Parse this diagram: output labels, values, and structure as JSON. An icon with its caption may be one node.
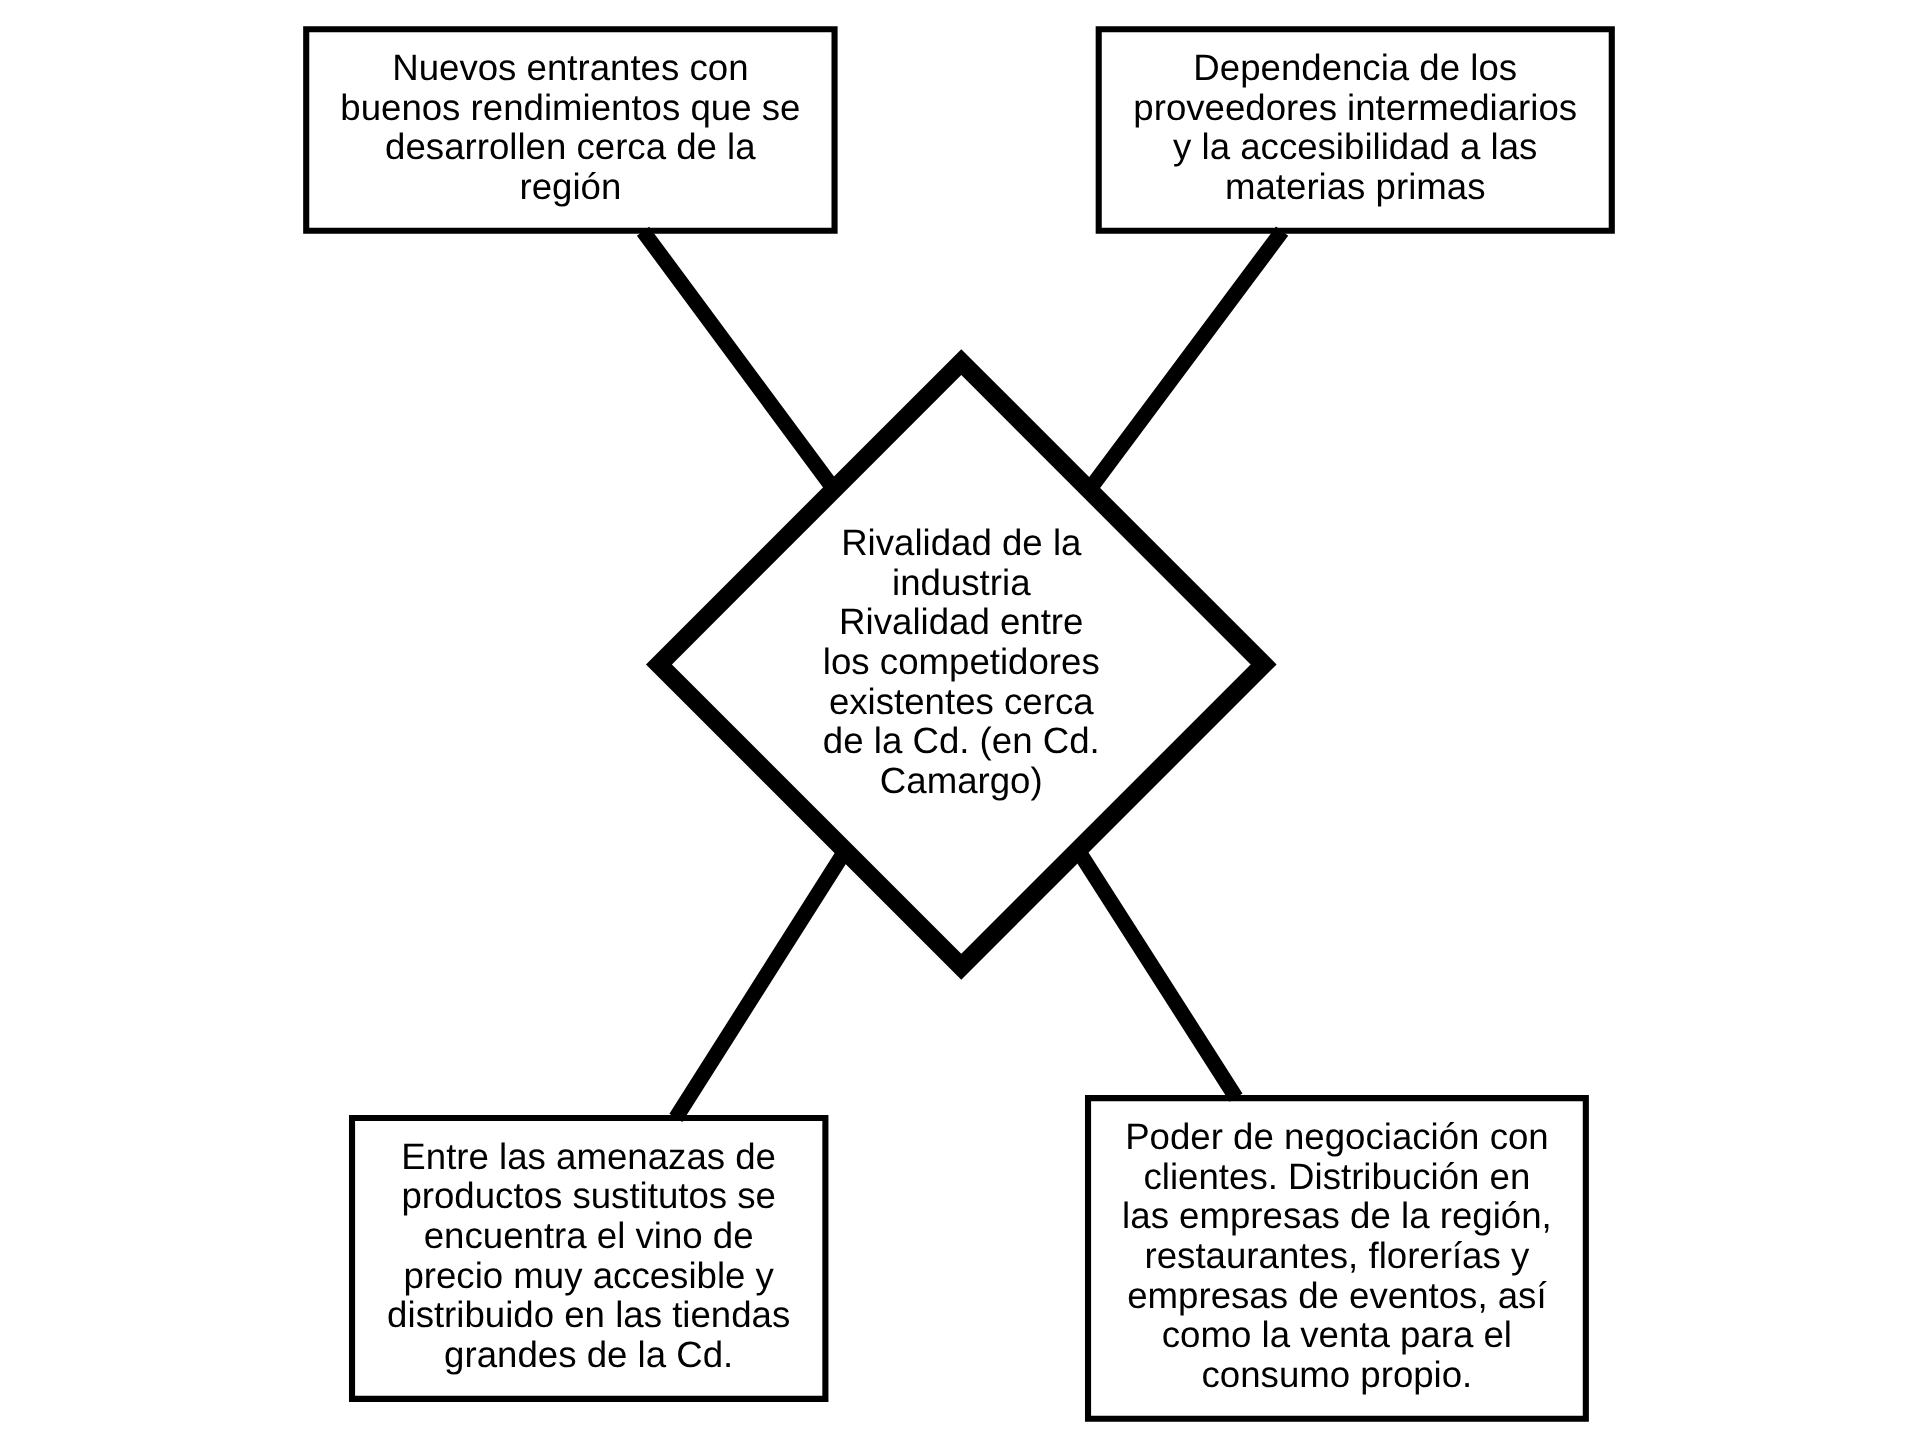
{
  "diagram": {
    "nodes": [
      {
        "text": [
          "Nuevos entrantes con buenos rendimientos que se desarrollen cerca de la región"
        ]
      },
      {
        "text": [
          "Dependencia de los proveedores intermediarios y la accesibilidad a las materias primas"
        ]
      },
      {
        "text": [
          "Rivalidad de la industria",
          "Rivalidad entre los competidores existentes cerca de la Cd. (en Cd. Camargo)"
        ]
      },
      {
        "text": [
          "Entre las amenazas de productos sustitutos se encuentra el vino de precio muy accesible y distribuido en las tiendas grandes de la Cd."
        ]
      },
      {
        "text": [
          "Poder de negociación con clientes. Distribución en las empresas de la región, restaurantes, florerías y empresas de eventos, así como la venta para el consumo propio."
        ]
      }
    ],
    "edges": [
      {
        "from": 0,
        "to": 2,
        "arrow": "none"
      },
      {
        "from": 1,
        "to": 2,
        "arrow": "none"
      },
      {
        "from": 2,
        "to": 3,
        "arrow": "none"
      },
      {
        "from": 2,
        "to": 4,
        "arrow": "none"
      }
    ]
  }
}
